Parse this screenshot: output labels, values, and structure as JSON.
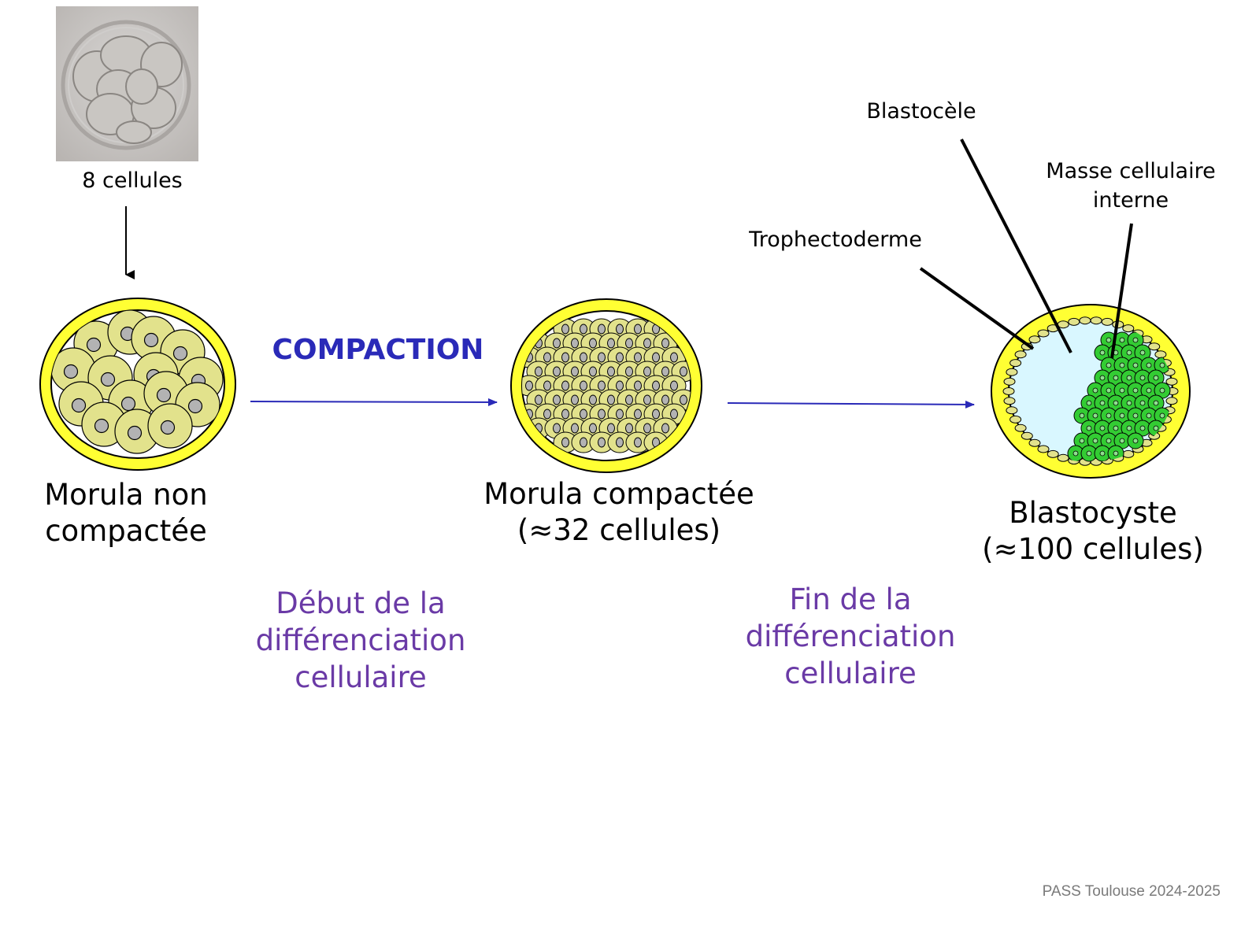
{
  "photo_label": "8 cellules",
  "process_label": "COMPACTION",
  "stages": {
    "morula_non": [
      "Morula non",
      "compactée"
    ],
    "morula_compact": [
      "Morula compactée",
      "(≈32 cellules)"
    ],
    "blastocyst": [
      "Blastocyste",
      "(≈100 cellules)"
    ]
  },
  "differentiation": {
    "start": [
      "Début de la",
      "différenciation",
      "cellulaire"
    ],
    "end": [
      "Fin de la",
      "différenciation",
      "cellulaire"
    ]
  },
  "blastocyst_parts": {
    "blastocoel": "Blastocèle",
    "icm": [
      "Masse cellulaire",
      "interne"
    ],
    "trophectoderm": "Trophectoderme"
  },
  "footer": "PASS Toulouse 2024-2025",
  "colors": {
    "zona": "#ffff33",
    "cell": "#e2e28c",
    "nucleus": "#b3b3b3",
    "icm": "#33cc33",
    "cavity": "#d9f7ff",
    "arrow": "#2a2ab8",
    "text_purple": "#6a3aa6"
  }
}
